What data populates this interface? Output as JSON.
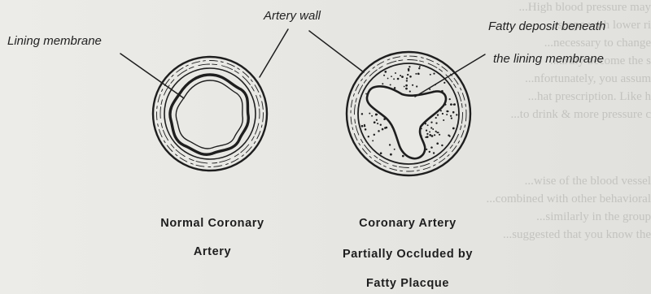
{
  "labels": {
    "lining_membrane": "Lining membrane",
    "artery_wall": "Artery wall",
    "fatty_deposit_line1": "Fatty deposit beneath",
    "fatty_deposit_line2": "the lining membrane"
  },
  "captions": {
    "normal": {
      "line1": "Normal Coronary",
      "line2": "Artery"
    },
    "occluded": {
      "line1": "Coronary Artery",
      "line2": "Partially Occluded by",
      "line3": "Fatty Placque"
    }
  },
  "bleed_through": {
    "right_lines": [
      "...High blood pressure may",
      "...escape with lower ri",
      "...necessary to change",
      "...ardly become the s",
      "...nfortunately, you assum",
      "...hat prescription. Like h",
      "...to drink & more pressure c"
    ],
    "mid_lines": [
      "...wise of the blood vessel",
      "...combined with other behavioral",
      "...similarly in the group",
      "...suggested that you know the"
    ]
  },
  "colors": {
    "ink": "#1e1e1e",
    "paper": "#e9e9e5",
    "bleed": "#b9b9b5"
  }
}
